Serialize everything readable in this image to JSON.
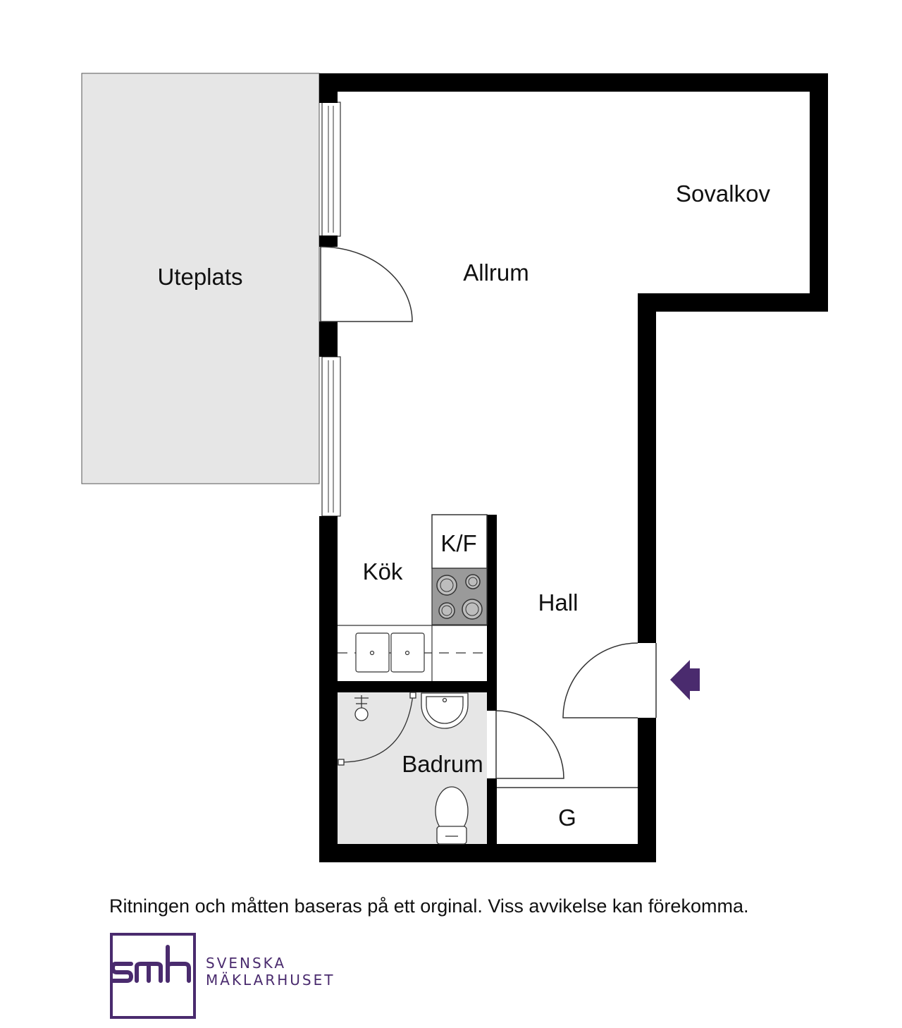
{
  "rooms": {
    "sovalkov": "Sovalkov",
    "allrum": "Allrum",
    "uteplats": "Uteplats",
    "kok": "Kök",
    "kf": "K/F",
    "hall": "Hall",
    "badrum": "Badrum",
    "g": "G"
  },
  "footer": {
    "disclaimer": "Ritningen och måtten baseras på ett orginal. Viss avvikelse kan förekomma."
  },
  "brand": {
    "logo_text": "smh",
    "line1": "SVENSKA",
    "line2": "MÄKLARHUSET",
    "color": "#4a2b6e"
  },
  "colors": {
    "wall": "#000000",
    "patio": "#e6e6e6",
    "bathroom_floor": "#e6e6e6",
    "entrance_arrow": "#4a2b6e"
  },
  "icons": {
    "entrance": "entrance-arrow-icon"
  }
}
